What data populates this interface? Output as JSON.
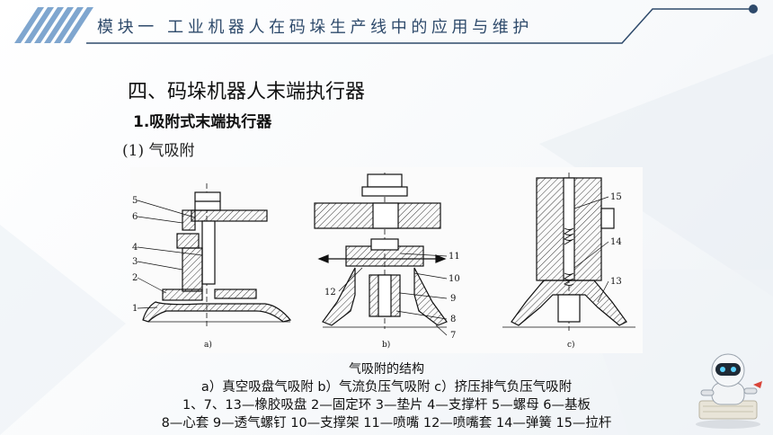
{
  "header": {
    "title": "模块一  工业机器人在码垛生产线中的应用与维护"
  },
  "content": {
    "section_title": "四、码垛机器人末端执行器",
    "sub_title": "1.吸附式末端执行器",
    "sub_sub_title": "(1) 气吸附"
  },
  "figure": {
    "labels_a": [
      "5",
      "6",
      "4",
      "3",
      "2",
      "1"
    ],
    "labels_b": [
      "11",
      "10",
      "12",
      "9",
      "8",
      "7"
    ],
    "labels_c": [
      "15",
      "14",
      "13"
    ],
    "panel_a": "a)",
    "panel_b": "b)",
    "panel_c": "c)"
  },
  "caption": {
    "title": "气吸附的结构",
    "line1": "a）真空吸盘气吸附   b）气流负压气吸附   c）挤压排气负压气吸附",
    "line2": "1、7、13—橡胶吸盘   2—固定环   3—垫片   4—支撑杆   5—螺母   6—基板",
    "line3": "8—心套   9—透气螺钉   10—支撑架   11—喷嘴   12—喷嘴套   14—弹簧   15—拉杆"
  },
  "colors": {
    "accent": "#2e4a6b",
    "stripe": "#7fa6cf"
  }
}
